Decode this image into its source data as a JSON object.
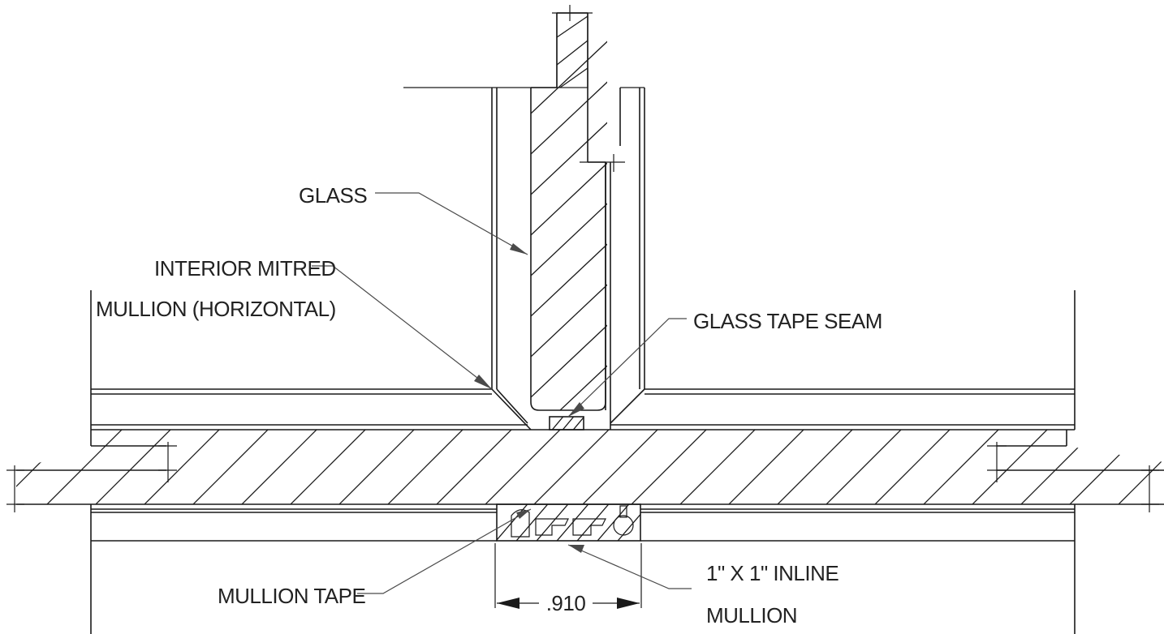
{
  "labels": {
    "glass": "GLASS",
    "interior_mitred_line1": "INTERIOR MITRED",
    "interior_mitred_line2": "MULLION (HORIZONTAL)",
    "glass_tape_seam": "GLASS TAPE SEAM",
    "mullion_tape": "MULLION TAPE",
    "inline_mullion_line1": "1\" X 1\" INLINE",
    "inline_mullion_line2": "MULLION",
    "dimension": ".910"
  },
  "colors": {
    "line": "#1a1a1a",
    "text": "#222222",
    "background": "#ffffff"
  }
}
